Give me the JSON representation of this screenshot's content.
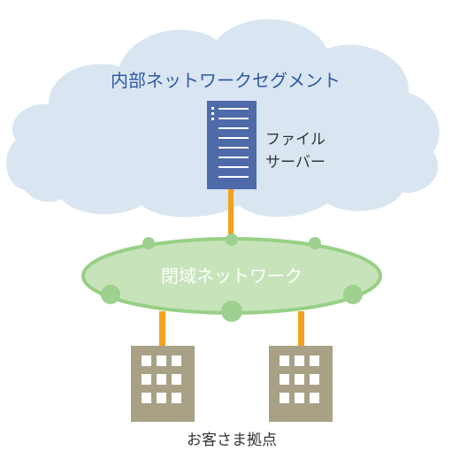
{
  "diagram": {
    "cloud_label": "内部ネットワークセグメント",
    "server_label_line1": "ファイル",
    "server_label_line2": "サーバー",
    "network_label": "閉域ネットワーク",
    "sites_label": "お客さま拠点"
  },
  "colors": {
    "cloud_fill": "#d9e6f2",
    "cloud_text": "#2f5aa1",
    "server_fill": "#4e6aa8",
    "server_line": "#ffffff",
    "link": "#f4a11d",
    "network_fill": "#c6e3b9",
    "network_stroke": "#98cf86",
    "network_text": "#ffffff",
    "node": "#9ed08f",
    "building_fill": "#a8a185",
    "building_window": "#ffffff",
    "text_dark": "#333333"
  },
  "icons": {
    "cloud": "cloud-shape",
    "server": "server-icon",
    "network": "closed-network-ellipse",
    "building": "building-icon"
  }
}
